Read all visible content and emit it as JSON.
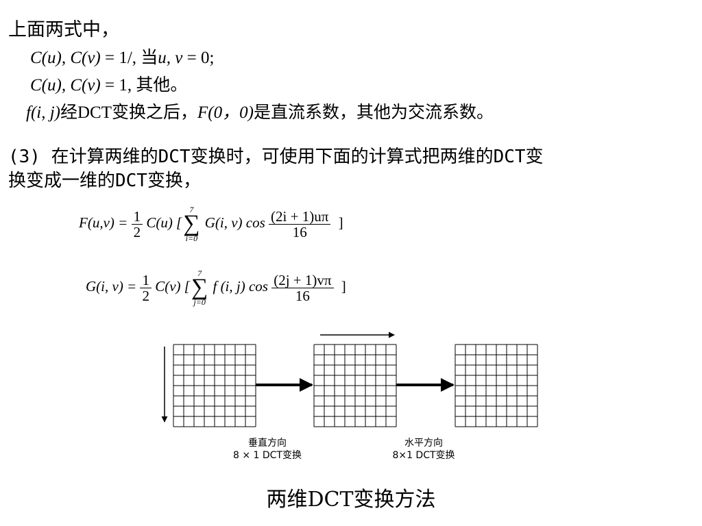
{
  "intro_line": "上面两式中，",
  "cond1": {
    "lhs": "C(u), C(v)",
    "op": " = 1/, 当",
    "var": "u, v",
    "rhs": " = 0;"
  },
  "cond2": {
    "lhs": "C(u), C(v)",
    "rhs": " = 1, 其他。"
  },
  "dc_line": {
    "f": "f(i, j)",
    "t1": "经DCT变换之后，",
    "F": "F(0，0)",
    "t2": "是直流系数，其他为交流系数。"
  },
  "para3_line1": "(3) 在计算两维的DCT变换时，可使用下面的计算式把两维的DCT变",
  "para3_line2": "换变成一维的DCT变换，",
  "eq1": {
    "lhs": "F(u,v) = ",
    "half_num": "1",
    "half_den": "2",
    "coef": "C(u) [",
    "sum_top": "7",
    "sum_bot": "i=0",
    "term": "G(i, v) cos",
    "frac_num": "(2i + 1)uπ",
    "frac_den": "16",
    "close": "]"
  },
  "eq2": {
    "lhs": "G(i, v) = ",
    "half_num": "1",
    "half_den": "2",
    "coef": "C(v) [",
    "sum_top": "7",
    "sum_bot": "j=0",
    "term": "f (i, j) cos",
    "frac_num": "(2j + 1)vπ",
    "frac_den": "16",
    "close": "]"
  },
  "diagram": {
    "grid_cells": 8,
    "label_vertical_1": "垂直方向",
    "label_vertical_2": "8 × 1 DCT变换",
    "label_horizontal_1": "水平方向",
    "label_horizontal_2": "8×1 DCT变换"
  },
  "caption": "两维DCT变换方法"
}
